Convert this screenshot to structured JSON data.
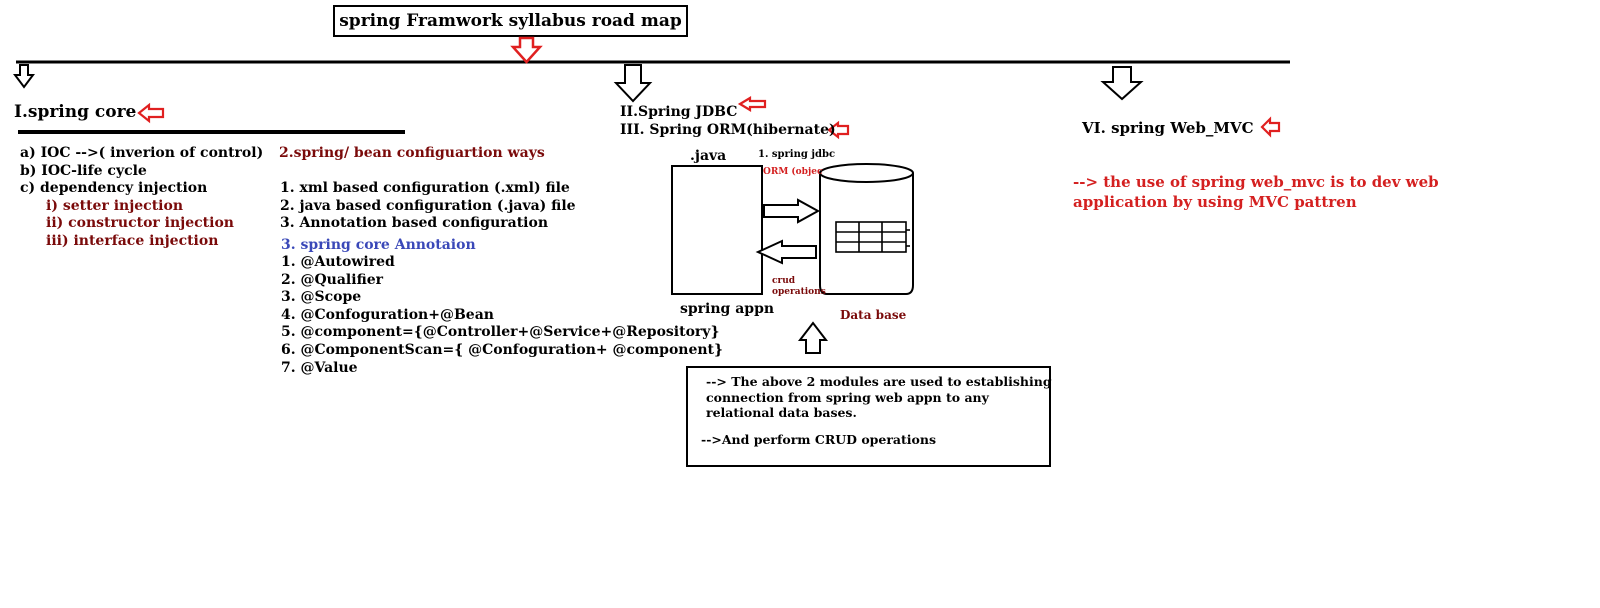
{
  "title": "spring Framwork syllabus road map",
  "core": {
    "heading": "I.spring core",
    "items": [
      "a) IOC -->( inverion of control)",
      "b) IOC-life cycle",
      "c) dependency injection"
    ],
    "injections": [
      "i) setter injection",
      "ii) constructor injection",
      "iii) interface injection"
    ]
  },
  "config": {
    "heading": "2.spring/ bean configuartion ways",
    "items": [
      "1. xml based configuration (.xml) file",
      "2. java based configuration (.java) file",
      "3. Annotation based configuration"
    ]
  },
  "annotations": {
    "heading": "3. spring core Annotaion",
    "items": [
      "1. @Autowired",
      "2. @Qualifier",
      "3. @Scope",
      "4. @Confoguration+@Bean",
      "5. @component={@Controller+@Service+@Repository}",
      "6. @ComponentScan={ @Confoguration+ @component}",
      "7. @Value"
    ]
  },
  "jdbc": {
    "heading1": "II.Spring JDBC",
    "heading2": "III. Spring ORM(hibernate)"
  },
  "diagram": {
    "java_label": ".java",
    "jdbc_label": "1. spring jdbc",
    "orm_label": "ORM (object",
    "crud_label": "crud operations",
    "app_label": "spring appn",
    "db_label": "Data base"
  },
  "note": {
    "line1": "--> The above 2 modules are used to establishing connection from spring web appn to any relational data bases.",
    "line2": "-->And perform CRUD operations"
  },
  "mvc": {
    "heading": "VI. spring Web_MVC",
    "desc": "--> the use of spring web_mvc is to dev web application by using MVC pattren"
  },
  "colors": {
    "red": "#d42020",
    "maroon": "#7a0a0a",
    "blue": "#3a48b8"
  }
}
